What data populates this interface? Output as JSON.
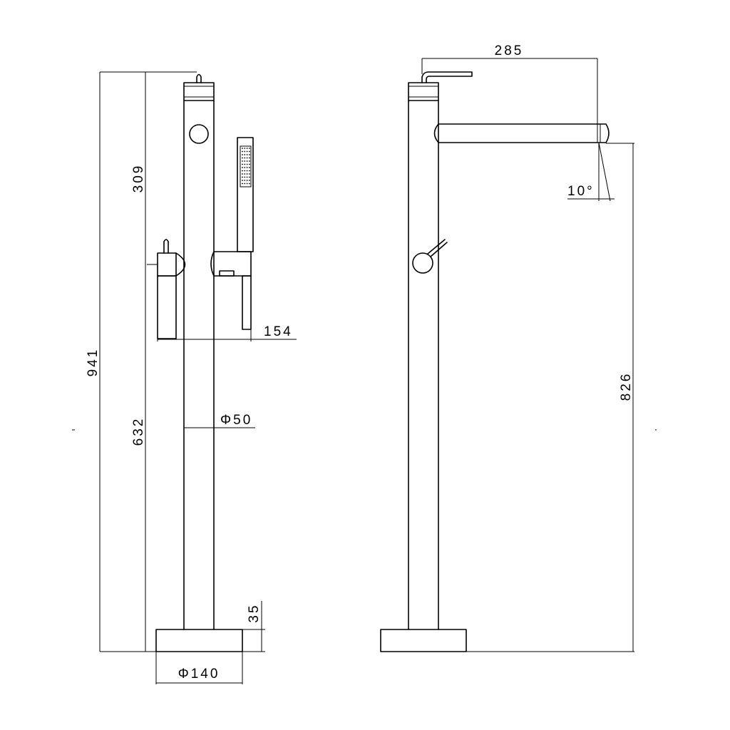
{
  "dimensions": {
    "total_height": "941",
    "upper_height": "309",
    "lower_height": "632",
    "handle_reach": "154",
    "pipe_diameter": "Φ50",
    "base_height": "35",
    "base_diameter": "Φ140",
    "spout_reach": "285",
    "spout_height": "826",
    "spout_angle": "10°"
  }
}
